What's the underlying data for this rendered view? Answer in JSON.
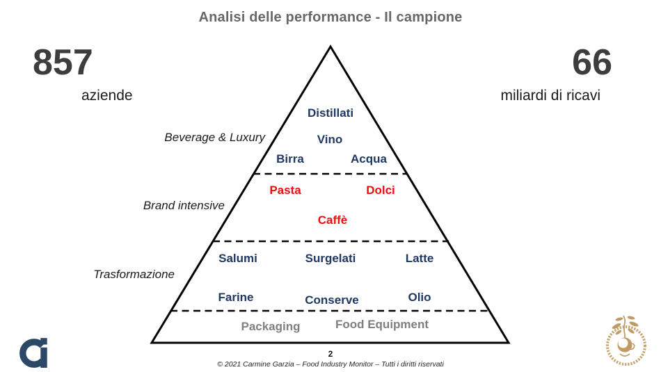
{
  "slide": {
    "title": "Analisi delle performance - Il campione",
    "page_number": "2",
    "copyright": "© 2021 Carmine Garzia – Food Industry Monitor – Tutti i diritti riservati"
  },
  "stats": {
    "companies": {
      "value": "857",
      "label": "aziende"
    },
    "revenue": {
      "value": "66",
      "label": "miliardi di ricavi"
    }
  },
  "pyramid": {
    "tiers": [
      {
        "name": "Beverage & Luxury",
        "text_color": "#1F3864",
        "items": [
          "Distillati",
          "Vino",
          "Birra",
          "Acqua"
        ]
      },
      {
        "name": "Brand intensive",
        "text_color": "#F20D0D",
        "items": [
          "Pasta",
          "Dolci",
          "Caffè"
        ]
      },
      {
        "name": "Trasformazione",
        "text_color": "#1F3864",
        "items": [
          "Salumi",
          "Surgelati",
          "Latte",
          "Farine",
          "Conserve",
          "Olio"
        ]
      },
      {
        "name": "",
        "text_color": "#7F7F7F",
        "items": [
          "Packaging",
          "Food Equipment"
        ]
      }
    ]
  },
  "colors": {
    "navy": "#1F3864",
    "red": "#F20D0D",
    "support_gray": "#7F7F7F",
    "title_gray": "#676767",
    "stat_gray": "#3D3D3D",
    "outline_black": "#000000",
    "logo_navy": "#2C4866",
    "logo_gold": "#BE9B62"
  },
  "logos": {
    "bottom_left": "ci-monogram-logo",
    "bottom_right": "gastronomy-university-emblem"
  }
}
